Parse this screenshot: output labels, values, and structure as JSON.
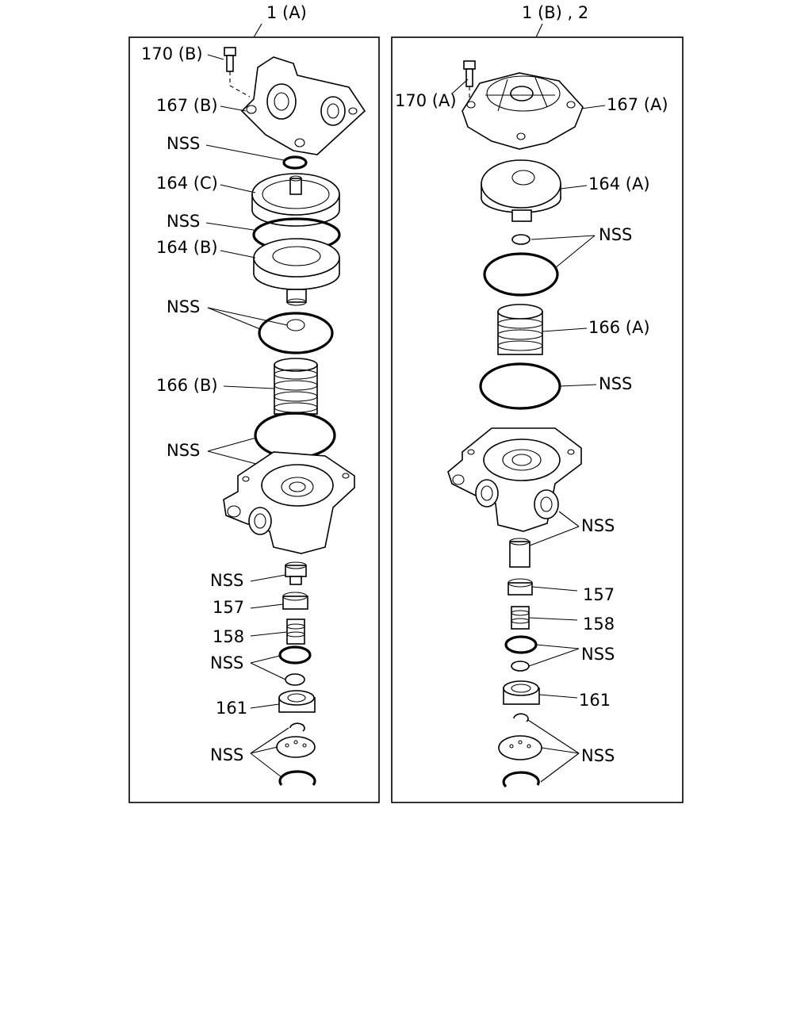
{
  "panels": [
    {
      "title": "1 (A)",
      "labels": [
        "170 (B)",
        "167 (B)",
        "NSS",
        "164 (C)",
        "NSS",
        "164 (B)",
        "NSS",
        "166 (B)",
        "NSS",
        "NSS",
        "157",
        "158",
        "NSS",
        "161",
        "NSS"
      ]
    },
    {
      "title": "1 (B) , 2",
      "labels": [
        "170 (A)",
        "167 (A)",
        "164 (A)",
        "NSS",
        "166 (A)",
        "NSS",
        "NSS",
        "157",
        "158",
        "NSS",
        "161",
        "NSS"
      ]
    }
  ]
}
